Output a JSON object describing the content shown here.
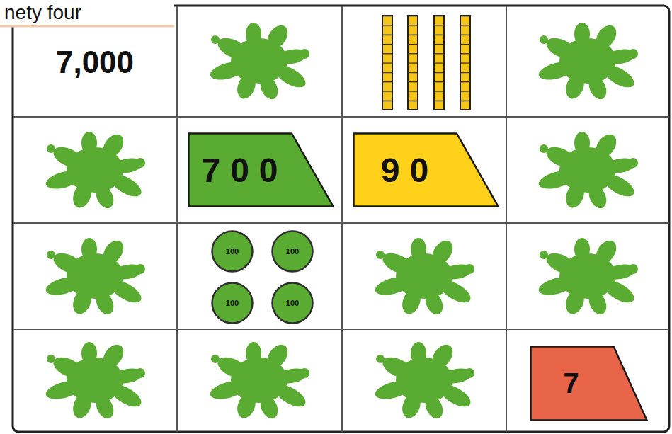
{
  "diagram": {
    "nodes": [
      {
        "text": [
          "700"
        ]
      },
      {
        "text": [
          "90"
        ]
      },
      {
        "text": [
          "100"
        ]
      },
      {
        "text": [
          "100"
        ]
      },
      {
        "text": [
          "100"
        ]
      },
      {
        "text": [
          "100"
        ]
      },
      {
        "text": [
          "7"
        ]
      }
    ],
    "labels": [
      "nety four",
      "7,000"
    ]
  }
}
